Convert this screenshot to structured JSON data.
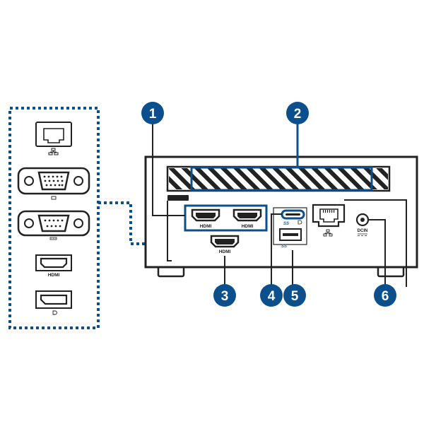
{
  "colors": {
    "accent_blue": "#0b4f8c",
    "outline": "#222222",
    "panel_fill": "#ffffff",
    "dotted_border": "#0b4f8c"
  },
  "callouts": [
    {
      "id": "1",
      "label": "1"
    },
    {
      "id": "2",
      "label": "2"
    },
    {
      "id": "3",
      "label": "3"
    },
    {
      "id": "4",
      "label": "4"
    },
    {
      "id": "5",
      "label": "5"
    },
    {
      "id": "6",
      "label": "6"
    }
  ],
  "ports": {
    "hdmi_1_label": "HDMI",
    "hdmi_2_label": "HDMI",
    "hdmi_3_label": "HDMI",
    "usbc_logo": "SS",
    "usba_logo": "SS",
    "dcin_label": "DCIN"
  },
  "options_panel": {
    "items": [
      {
        "icon": "ethernet-port-icon"
      },
      {
        "icon": "vga-port-icon"
      },
      {
        "icon": "serial-com-port-icon"
      },
      {
        "icon": "hdmi-port-icon",
        "label": "HDMI"
      },
      {
        "icon": "displayport-icon"
      }
    ]
  }
}
